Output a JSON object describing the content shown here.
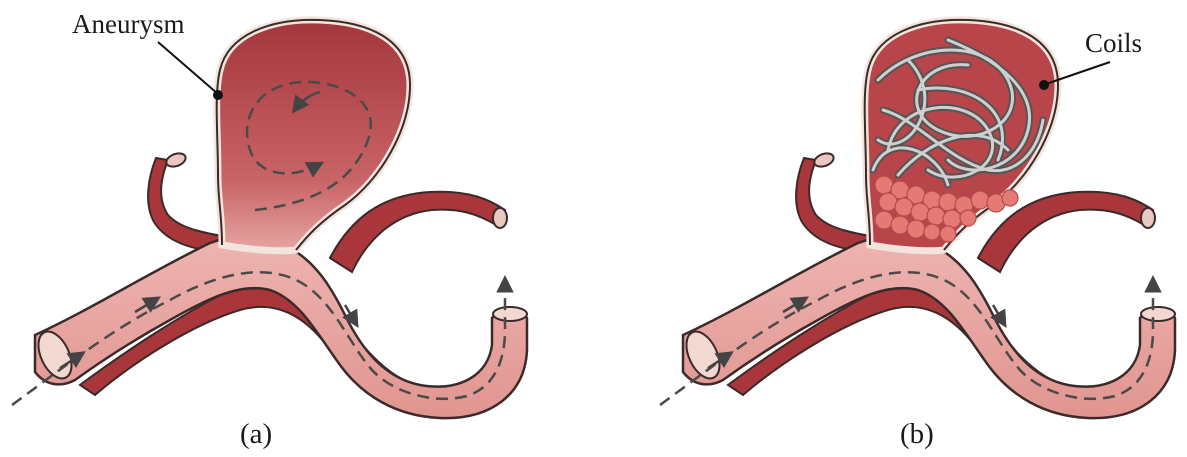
{
  "labels": {
    "aneurysm": "Aneurysm",
    "coils": "Coils",
    "panel_a": "(a)",
    "panel_b": "(b)"
  },
  "colors": {
    "vessel_light": "#e9a6a3",
    "vessel_dark": "#a8363a",
    "sac_red": "#a53a3f",
    "wall_cream": "#f2e4dc",
    "outline": "#3a2a2a",
    "flow_arrow": "#444444",
    "coil_gray": "#7a7a7a",
    "clot": "#e0706b"
  }
}
